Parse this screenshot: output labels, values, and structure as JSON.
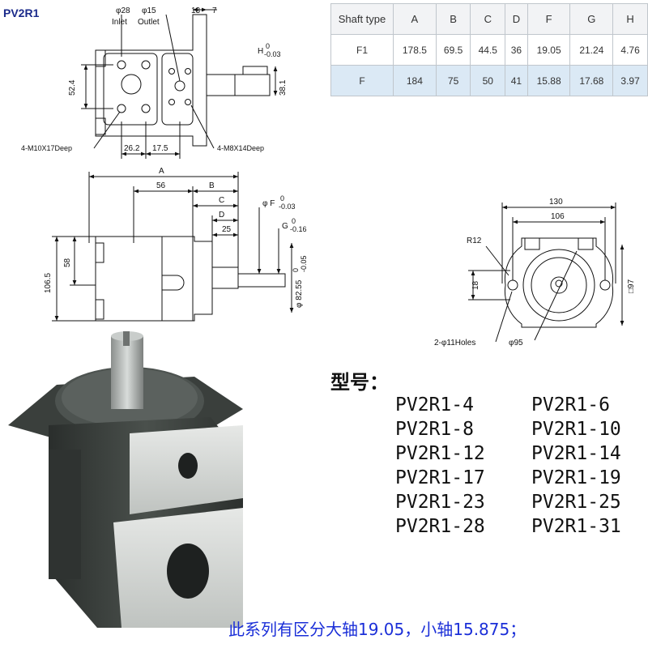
{
  "title": "PV2R1",
  "table": {
    "header": [
      "Shaft type",
      "A",
      "B",
      "C",
      "D",
      "F",
      "G",
      "H"
    ],
    "rows": [
      [
        "F1",
        "178.5",
        "69.5",
        "44.5",
        "36",
        "19.05",
        "21.24",
        "4.76"
      ],
      [
        "F",
        "184",
        "75",
        "50",
        "41",
        "15.88",
        "17.68",
        "3.97"
      ]
    ]
  },
  "top_view": {
    "inlet_dia": "φ28",
    "inlet_label": "Inlet",
    "outlet_dia": "φ15",
    "outlet_label": "Outlet",
    "dim_13": "13",
    "dim_7": "7",
    "dim_h": "H",
    "dim_h_tol_up": "0",
    "dim_h_tol_dn": "-0.03",
    "dim_52_4": "52.4",
    "dim_38_1": "38.1",
    "dim_26_2": "26.2",
    "dim_17_5": "17.5",
    "thread_inlet": "4-M10X17Deep",
    "thread_outlet": "4-M8X14Deep"
  },
  "side_view": {
    "dim_a": "A",
    "dim_b": "B",
    "dim_56": "56",
    "dim_c": "C",
    "dim_d": "D",
    "dim_25": "25",
    "dim_f": "φ F",
    "dim_f_tol_up": "0",
    "dim_f_tol_dn": "-0.03",
    "dim_g": "G",
    "dim_g_tol_up": "0",
    "dim_g_tol_dn": "-0.16",
    "dim_106_5": "106.5",
    "dim_58": "58",
    "dim_82_55": "φ 82.55",
    "dim_82_55_tol_up": "0",
    "dim_82_55_tol_dn": "-0.05"
  },
  "front_view": {
    "dim_130": "130",
    "dim_106": "106",
    "dim_r12": "R12",
    "dim_18": "18",
    "dim_97": "□97",
    "holes": "2-φ11Holes",
    "dim_95": "φ95"
  },
  "models_label": "型号：",
  "models": [
    "PV2R1-4",
    "PV2R1-6",
    "PV2R1-8",
    "PV2R1-10",
    "PV2R1-12",
    "PV2R1-14",
    "PV2R1-17",
    "PV2R1-19",
    "PV2R1-23",
    "PV2R1-25",
    "PV2R1-28",
    "PV2R1-31"
  ],
  "footer": "此系列有区分大轴19.05，小轴15.875；"
}
